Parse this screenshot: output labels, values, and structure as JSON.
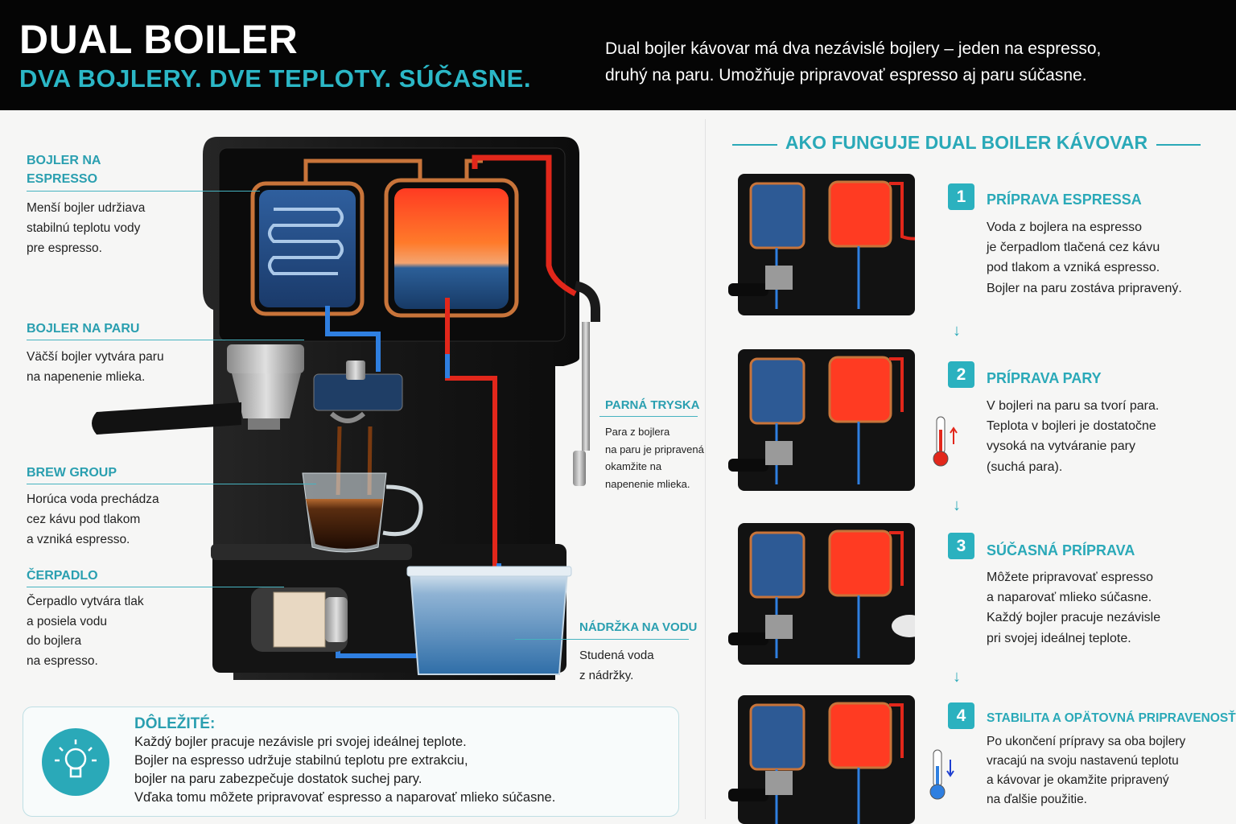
{
  "header": {
    "title": "DUAL BOILER",
    "subtitle": "DVA BOJLERY. DVE TEPLOTY. SÚČASNE.",
    "description_line1": "Dual bojler kávovar má dva nezávislé bojlery – jeden na espresso,",
    "description_line2": "druhý na paru. Umožňuje pripravovať espresso aj paru súčasne."
  },
  "callouts": {
    "espresso_boiler": {
      "title_line1": "BOJLER NA",
      "title_line2": "ESPRESSO",
      "text": [
        "Menší bojler udržiava",
        "stabilnú teplotu vody",
        "pre espresso."
      ]
    },
    "steam_boiler": {
      "title": "BOJLER NA PARU",
      "text": [
        "Väčší bojler vytvára paru",
        "na napenenie mlieka."
      ]
    },
    "brew_group": {
      "title": "BREW GROUP",
      "text": [
        "Horúca voda prechádza",
        "cez kávu pod tlakom",
        "a vzniká espresso."
      ]
    },
    "pump": {
      "title": "ČERPADLO",
      "text": [
        "Čerpadlo vytvára tlak",
        "a posiela vodu",
        "do bojlera",
        "na espresso."
      ]
    },
    "steam_wand": {
      "title": "PARNÁ TRYSKA",
      "text": [
        "Para z bojlera",
        "na paru je pripravená",
        "okamžite na",
        "napenenie mlieka."
      ]
    },
    "water_tank": {
      "title": "NÁDRŽKA NA VODU",
      "text": [
        "Studená voda",
        "z nádržky."
      ]
    }
  },
  "note": {
    "title": "DÔLEŽITÉ:",
    "lines": [
      "Každý bojler pracuje nezávisle pri svojej ideálnej teplote.",
      "Bojler na espresso udržuje stabilnú teplotu pre extrakciu,",
      "bojler na paru zabezpečuje dostatok suchej pary.",
      "Vďaka tomu môžete pripravovať espresso a naparovať mlieko súčasne."
    ]
  },
  "how_it_works": {
    "title": "AKO FUNGUJE DUAL BOILER KÁVOVAR",
    "steps": [
      {
        "number": "1",
        "title": "PRÍPRAVA ESPRESSA",
        "text": [
          "Voda z bojlera na espresso",
          "je čerpadlom tlačená cez kávu",
          "pod tlakom a vzniká espresso.",
          "Bojler na paru zostáva pripravený."
        ]
      },
      {
        "number": "2",
        "title": "PRÍPRAVA PARY",
        "text": [
          "V bojleri na paru sa tvorí para.",
          "Teplota v bojleri je dostatočne",
          "vysoká na vytváranie pary",
          "(suchá para)."
        ]
      },
      {
        "number": "3",
        "title": "SÚČASNÁ PRÍPRAVA",
        "text": [
          "Môžete pripravovať espresso",
          "a naparovať mlieko súčasne.",
          "Každý bojler pracuje nezávisle",
          "pri svojej ideálnej teplote."
        ]
      },
      {
        "number": "4",
        "title": "STABILITA A OPÄTOVNÁ PRIPRAVENOSŤ",
        "text": [
          "Po ukončení prípravy sa oba bojlery",
          "vracajú na svoju nastavenú teplotu",
          "a kávovar je okamžite pripravený",
          "na ďalšie použitie."
        ]
      }
    ],
    "arrow": "↓"
  },
  "colors": {
    "accent": "#2aa9b8",
    "hot": "#e83a2a",
    "cold": "#2f7fe0",
    "copper": "#c8743a",
    "body": "#151515"
  }
}
